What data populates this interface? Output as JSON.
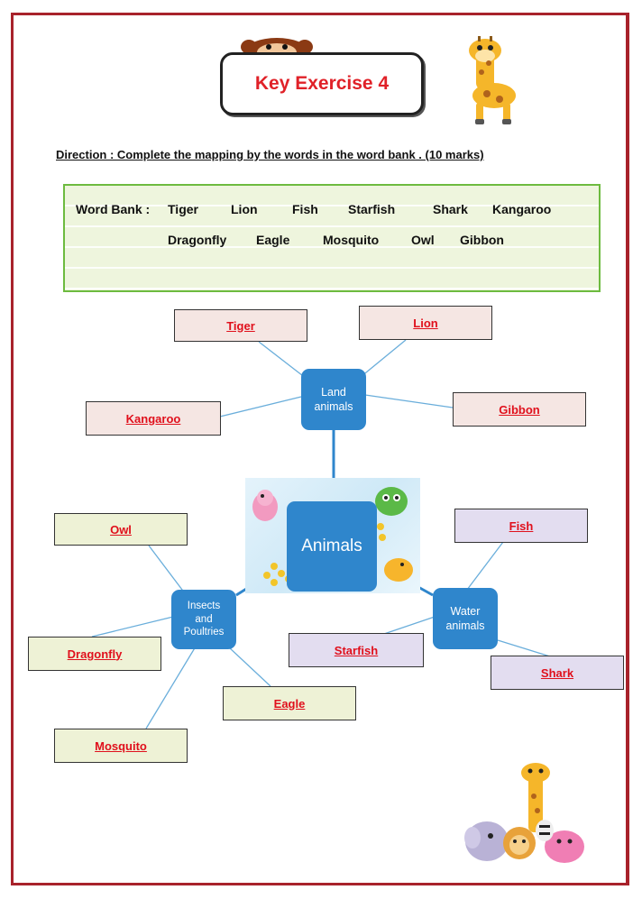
{
  "title": "Key Exercise 4",
  "direction": "Direction : Complete the mapping by the words in the word bank . (10 marks)",
  "word_bank": {
    "label": "Word Bank :",
    "row1": [
      "Tiger",
      "Lion",
      "Fish",
      "Starfish",
      "Shark",
      "Kangaroo"
    ],
    "row2": [
      "Dragonfly",
      "Eagle",
      "Mosquito",
      "Owl",
      "Gibbon"
    ]
  },
  "map": {
    "center": "Animals",
    "land": {
      "hub_line1": "Land",
      "hub_line2": "animals",
      "answers": [
        "Tiger",
        "Lion",
        "Kangaroo",
        "Gibbon"
      ]
    },
    "insects": {
      "hub_line1": "Insects",
      "hub_line2": "and",
      "hub_line3": "Poultries",
      "answers": [
        "Owl",
        "Dragonfly",
        "Eagle",
        "Mosquito"
      ]
    },
    "water": {
      "hub_line1": "Water",
      "hub_line2": "animals",
      "answers": [
        "Fish",
        "Starfish",
        "Shark"
      ]
    }
  },
  "colors": {
    "frame": "#a8222b",
    "answer_text": "#e0101c",
    "hub": "#2f86cc",
    "title": "#e02128"
  },
  "icons": [
    "monkey-icon",
    "giraffe-icon",
    "bird-icon",
    "animal-group-icon"
  ]
}
